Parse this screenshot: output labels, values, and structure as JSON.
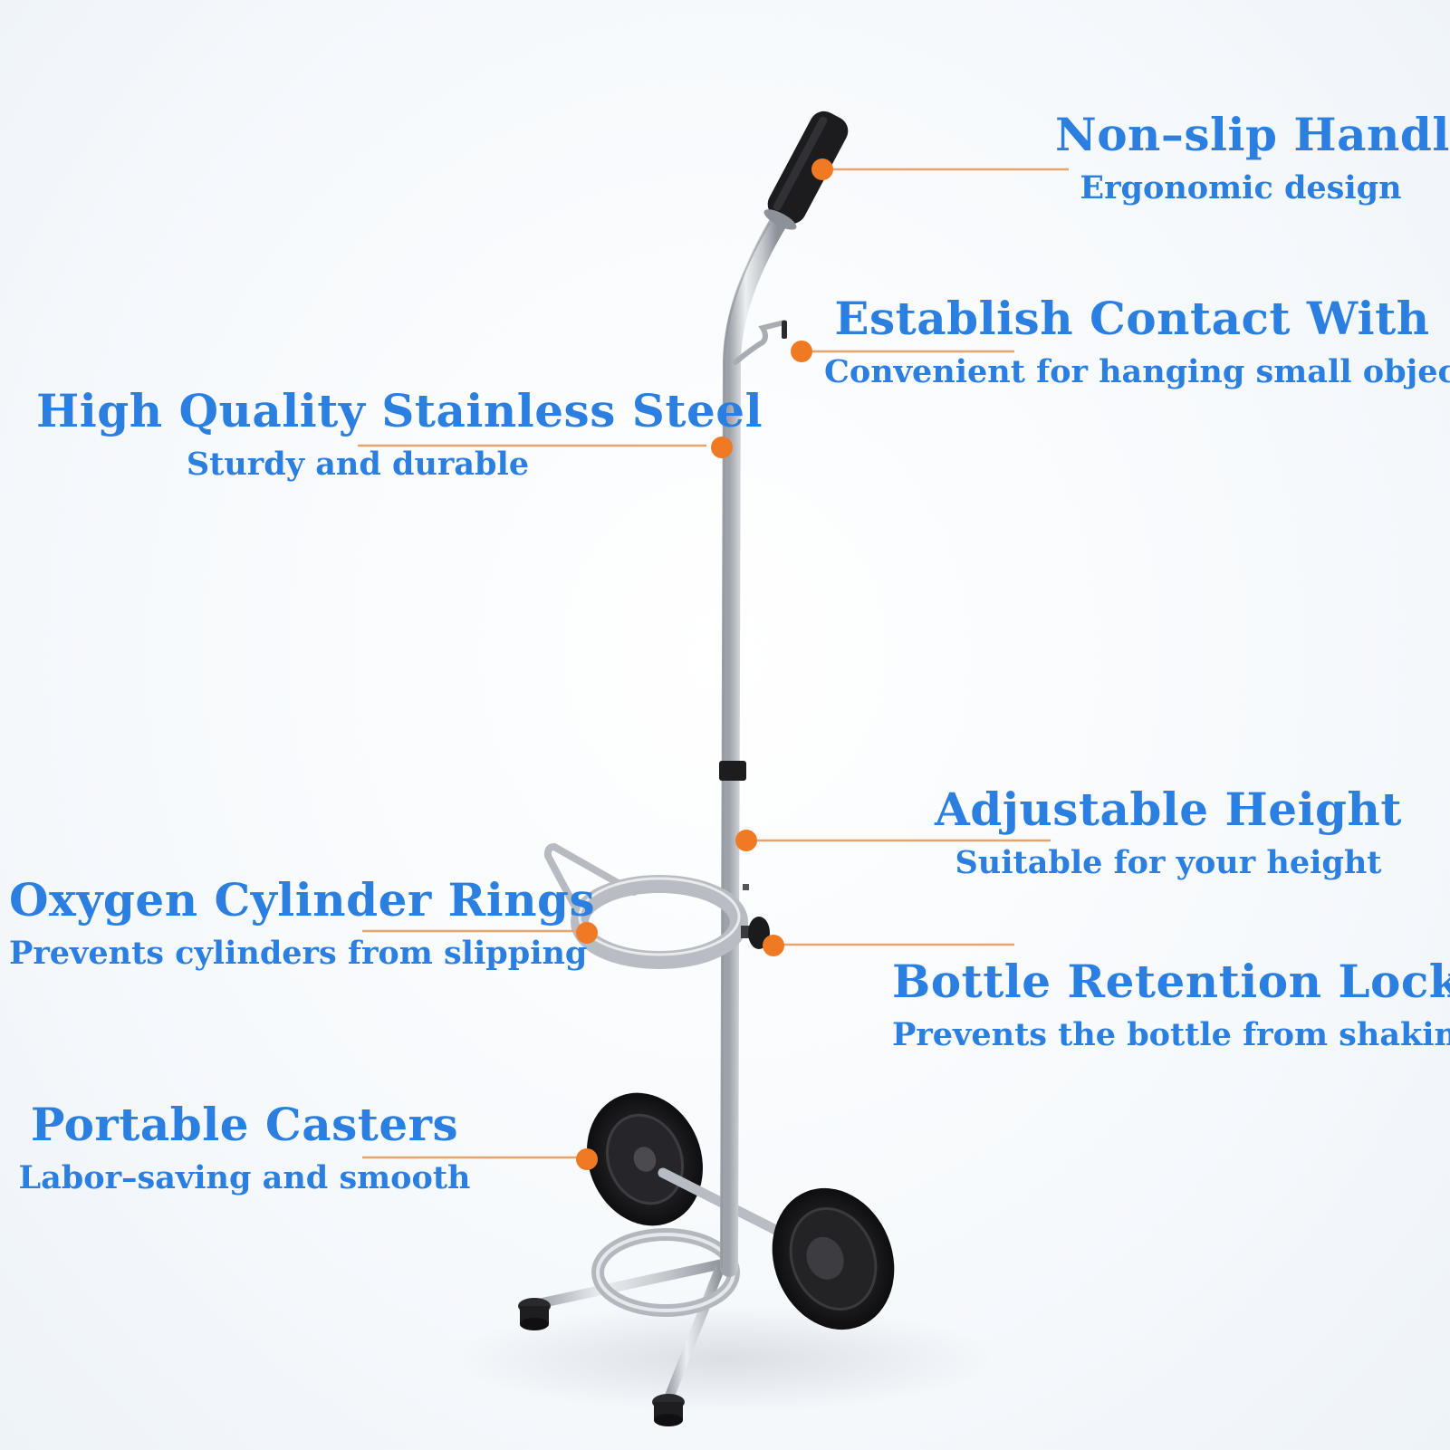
{
  "colors": {
    "label_blue": "#2b7fe0",
    "callout_orange": "#f07a24",
    "leader_line": "#e7a46c",
    "frame_silver": "#c9ccd1",
    "grip_black": "#1c1c1e"
  },
  "callouts": [
    {
      "id": "handle",
      "title": "Non–slip Handle",
      "subtitle": "Ergonomic design"
    },
    {
      "id": "hook",
      "title": "Establish Contact With",
      "subtitle": "Convenient for hanging small objects"
    },
    {
      "id": "steel",
      "title": "High Quality Stainless Steel",
      "subtitle": "Sturdy and durable"
    },
    {
      "id": "height",
      "title": "Adjustable Height",
      "subtitle": "Suitable for your height"
    },
    {
      "id": "rings",
      "title": "Oxygen Cylinder Rings",
      "subtitle": "Prevents cylinders from slipping"
    },
    {
      "id": "lock",
      "title": "Bottle Retention Lock",
      "subtitle": "Prevents the bottle from shaking"
    },
    {
      "id": "casters",
      "title": "Portable Casters",
      "subtitle": "Labor–saving and smooth"
    }
  ]
}
